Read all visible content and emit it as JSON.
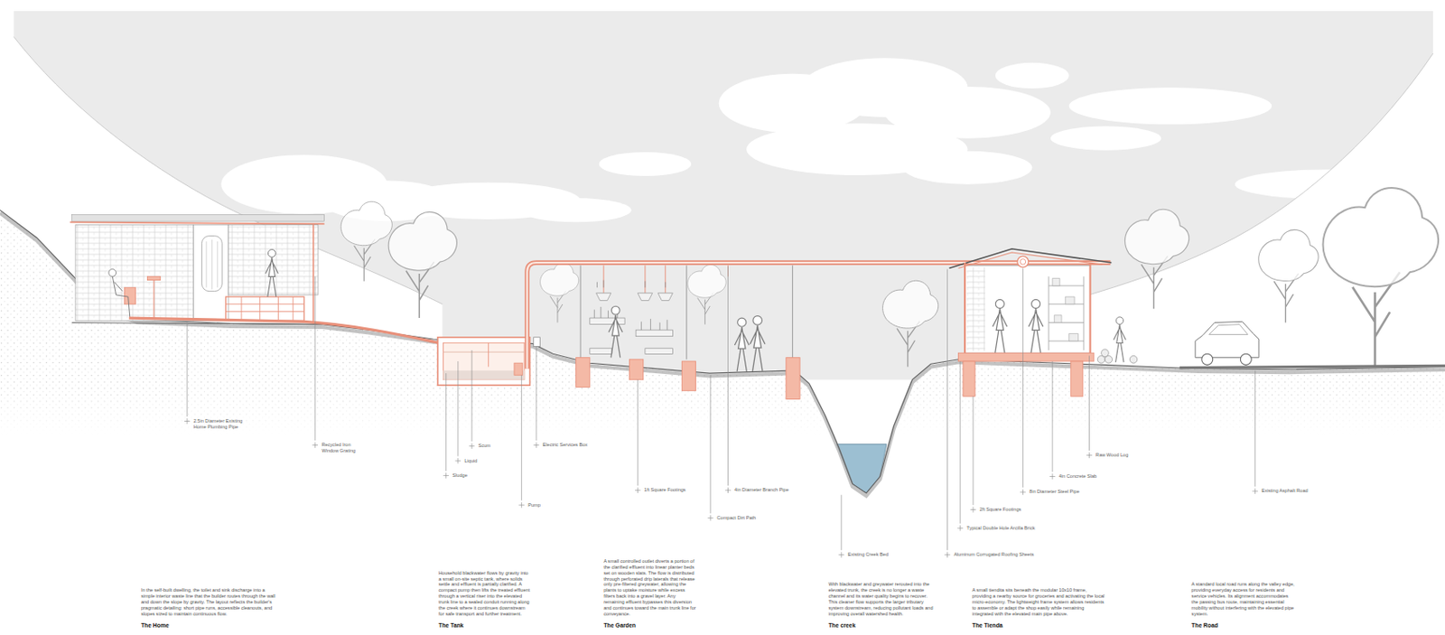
{
  "diagram": {
    "labels": [
      "2.5in Diameter Existing Home Plumbing Pipe",
      "Recycled Iron Window Grating",
      "Sludge",
      "Liquid",
      "Scum",
      "Pump",
      "Electric Services Box",
      "1ft Square Footings",
      "Compact Dirt Path",
      "4in Diameter Branch Pipe",
      "Existing Creek Bed",
      "Aluminum Corrugated Roofing Sheets",
      "Typical Double Hole Arcilla Brick",
      "2ft Square Footings",
      "8in Diameter Steel Pipe",
      "4in Concrete Slab",
      "Raw Wood Log",
      "Existing Asphalt Road",
      "The Home",
      "In the self-built dwelling, the toilet and sink discharge into a simple interior waste line that the builder routes through the wall and down the slope by gravity. The layout reflects the builder's pragmatic detailing: short pipe runs, accessible cleanouts, and slopes sized to maintain continuous flow.",
      "The Tank",
      "Household blackwater flows by gravity into a small on-site septic tank, where solids settle and effluent is partially clarified. A compact pump then lifts the treated effluent through a vertical riser into the elevated trunk line to a sealed conduit running along the creek where it continues downstream for safe transport and further treatment.",
      "The Garden",
      "A small controlled outlet diverts a portion of the clarified effluent into linear planter beds set on wooden slats. The flow is distributed through perforated drip laterals that release only pre-filtered greywater, allowing the plants to uptake moisture while excess filters back into a gravel layer. Any remaining effluent bypasses this diversion and continues toward the main trunk line for conveyance.",
      "The creek",
      "With blackwater and greywater rerouted into the elevated trunk, the creek is no longer a waste channel and its water quality begins to recover. This cleaner flow supports the larger tributary system downstream, reducing pollutant loads and improving overall watershed health.",
      "The Tienda",
      "A small tiendita sits beneath the modular 10x10 frame, providing a nearby source for groceries and activating the local micro-economy. The lightweight frame system allows residents to assemble or adapt the shop easily while remaining integrated with the elevated main pipe above.",
      "The Road",
      "A standard local road runs along the valley edge, providing everyday access for residents and service vehicles. Its alignment accommodates the passing bus route, maintaining essential mobility without interfering with the elevated pipe system."
    ]
  }
}
